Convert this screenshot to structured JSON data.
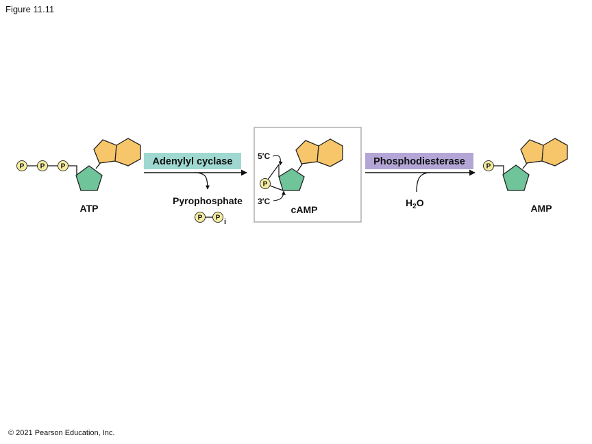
{
  "figure_label": "Figure 11.11",
  "copyright": "© 2021 Pearson Education, Inc.",
  "phosphate_symbol": "P",
  "molecules": {
    "atp": "ATP",
    "camp": "cAMP",
    "amp": "AMP"
  },
  "enzymes": {
    "adenylyl_cyclase": "Adenylyl cyclase",
    "phosphodiesterase": "Phosphodiesterase"
  },
  "byproducts": {
    "pyrophosphate": "Pyrophosphate",
    "pyrophosphate_subscript": "i",
    "water_h": "H",
    "water_sub": "2",
    "water_o": "O"
  },
  "carbon_labels": {
    "c5": "5′C",
    "c3": "3′C"
  },
  "colors": {
    "purine": "#f8c66a",
    "ribose": "#6fc49a",
    "phosphate": "#f4eca0",
    "adenylyl_cyclase_bg": "#9fd8d0",
    "phosphodiesterase_bg": "#b3a6d6",
    "camp_box_border": "#9a9a9a"
  }
}
